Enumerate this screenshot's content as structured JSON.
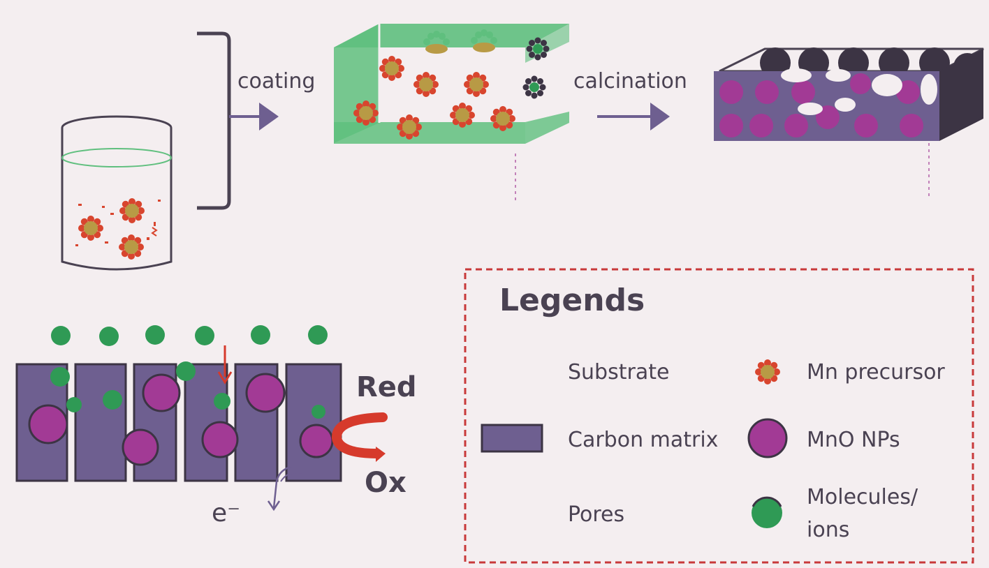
{
  "process": {
    "step1_label": "coating",
    "step2_label": "calcination"
  },
  "mechanism": {
    "red_label": "Red",
    "ox_label": "Ox",
    "electron_label": "e⁻"
  },
  "legend": {
    "title": "Legends",
    "items": [
      {
        "label": "Substrate"
      },
      {
        "label": "Carbon matrix"
      },
      {
        "label": "Pores"
      },
      {
        "label": "Mn precursor"
      },
      {
        "label": "MnO NPs"
      },
      {
        "label": "Molecules/"
      },
      {
        "label": "ions"
      }
    ]
  },
  "colors": {
    "carbon": "#6e5f90",
    "mno": "#a23a95",
    "precursor_petal": "#d8452e",
    "precursor_core": "#b89a45",
    "substrate_green": "#5fbf7e",
    "molecule_green": "#2f9a55",
    "arrow": "#6e5f90",
    "red_arrow": "#d63a2c",
    "legend_border": "#c8393a"
  }
}
